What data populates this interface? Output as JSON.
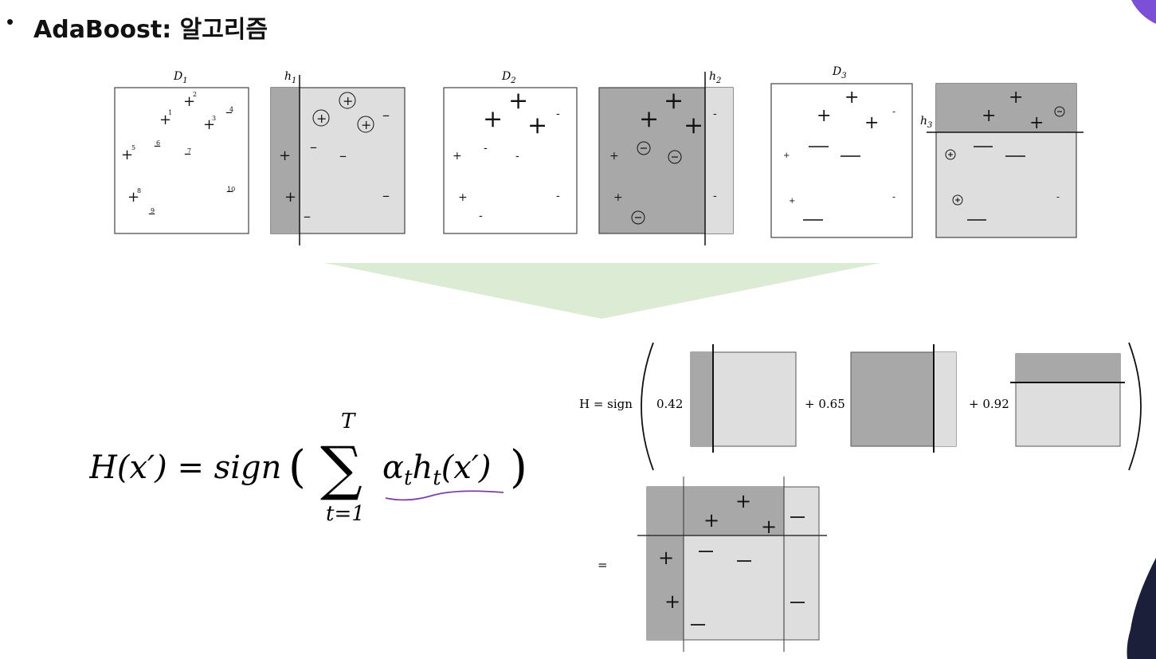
{
  "slide": {
    "bullet": "•",
    "title": "AdaBoost: 알고리즘"
  },
  "panels": {
    "d1_label": "D",
    "d1_sub": "1",
    "h1_label": "h",
    "h1_sub": "1",
    "d2_label": "D",
    "d2_sub": "2",
    "h2_label": "h",
    "h2_sub": "2",
    "d3_label": "D",
    "d3_sub": "3",
    "h3_label": "h",
    "h3_sub": "3"
  },
  "d1_numbers": [
    "1",
    "2",
    "3",
    "4",
    "5",
    "6",
    "7",
    "8",
    "9",
    "10"
  ],
  "combination": {
    "lhs": "H = sign",
    "coef1": "0.42",
    "coef2": "+ 0.65",
    "coef3": "+ 0.92",
    "equals": "="
  },
  "formula": {
    "lhs": "H(x′) = sign",
    "sum_upper": "T",
    "sum_lower": "t=1",
    "term": "α",
    "term_sub": "t",
    "h": "h",
    "h_sub": "t",
    "arg": "(x′)"
  },
  "colors": {
    "dark_region": "#a8a8a8",
    "light_region": "#dedede",
    "arrow": "#dcebd3",
    "annotation": "#7b3fa8",
    "accent_corner": "#7b4fd6"
  }
}
